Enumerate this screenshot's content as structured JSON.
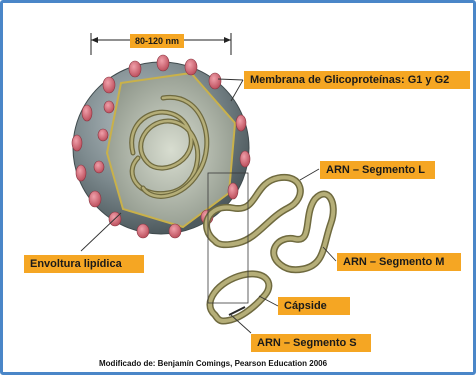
{
  "diagram": {
    "size_label": "80-120 nm",
    "labels": {
      "membrane": "Membrana de  Glicoproteínas: G1 y G2",
      "envelope": "Envoltura lipídica",
      "rna_l": "ARN – Segmento L",
      "rna_m": "ARN – Segmento M",
      "rna_s": "ARN – Segmento S",
      "capsid": "Cápside"
    },
    "credit": "Modificado de: Benjamín Comings, Pearson Education 2006"
  },
  "colors": {
    "frame": "#4a86c8",
    "label_bg": "#f5a623",
    "virion": "#7d8a8e",
    "glycoprotein": "#d96b78",
    "rna_strand": "#9a9462"
  }
}
